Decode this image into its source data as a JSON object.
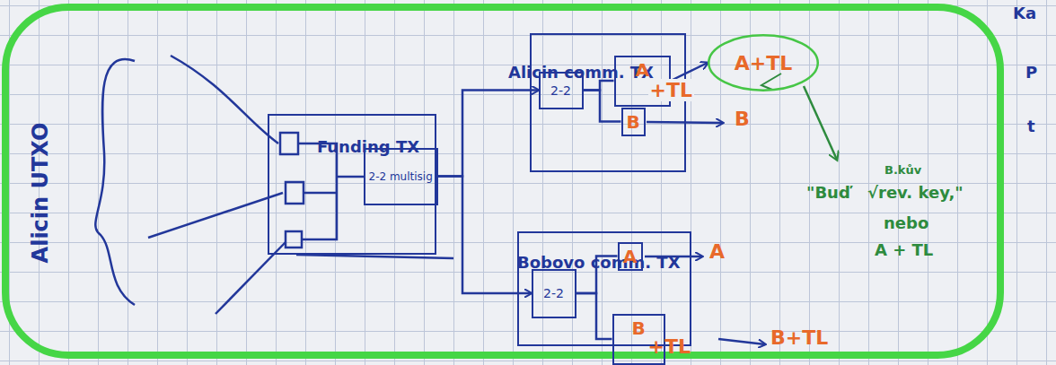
{
  "diagram": {
    "nodes": [
      {
        "text": [
          "Funding TX"
        ]
      },
      {
        "text": [
          "2-2 multisig"
        ],
        "in": 0
      },
      {
        "text": [
          "Alicin comm. TX"
        ]
      },
      {
        "text": [
          "2-2"
        ],
        "in": 2
      },
      {
        "text": [
          "A",
          "+TL"
        ],
        "in": 2
      },
      {
        "text": [
          "B"
        ],
        "in": 2
      },
      {
        "text": [
          "Bobovo comm. TX"
        ]
      },
      {
        "text": [
          "2-2"
        ],
        "in": 6
      },
      {
        "text": [
          "A"
        ],
        "in": 6
      },
      {
        "text": [
          "B",
          "+TL"
        ],
        "in": 6
      },
      {
        "text": [
          "A+TL"
        ]
      }
    ],
    "edges": [
      {
        "from": 1,
        "to": 3,
        "arrow": "to"
      },
      {
        "from": 1,
        "to": 7,
        "arrow": "to"
      },
      {
        "from": 3,
        "to": 4,
        "arrow": "none"
      },
      {
        "from": 3,
        "to": 5,
        "arrow": "none"
      },
      {
        "from": 7,
        "to": 8,
        "arrow": "none"
      },
      {
        "from": 7,
        "to": 9,
        "arrow": "none"
      },
      {
        "from": 4,
        "to": 10,
        "arrow": "to"
      }
    ],
    "labels": [
      "Alicin UTXO",
      "B",
      "A",
      "B+TL",
      "\"Buď",
      "B.kův",
      "√rev. key,\"",
      "nebo",
      "A + TL",
      "Ka",
      "P",
      "t"
    ]
  }
}
